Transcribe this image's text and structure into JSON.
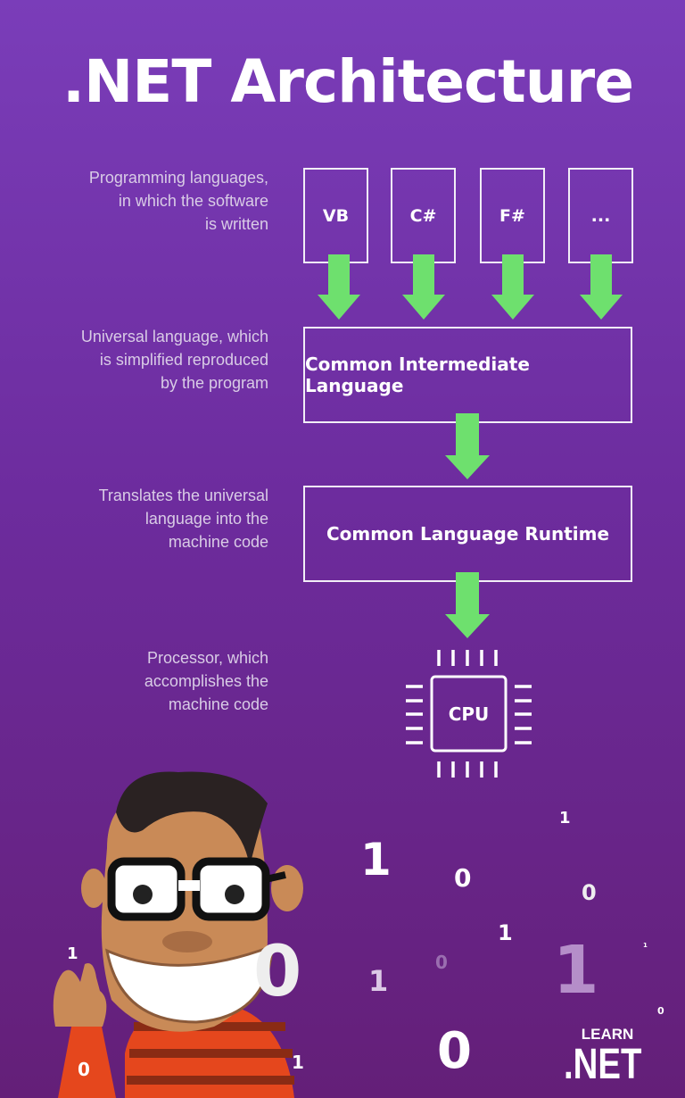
{
  "title": ".NET Architecture",
  "descriptions": [
    [
      "Programming languages,",
      "in which the software",
      "is written"
    ],
    [
      "Universal language, which",
      "is simplified reproduced",
      "by the program"
    ],
    [
      "Translates the universal",
      "language into the",
      "machine code"
    ],
    [
      "Processor, which",
      "accomplishes the",
      "machine code"
    ]
  ],
  "languages": [
    "VB",
    "C#",
    "F#",
    "..."
  ],
  "cil": "Common Intermediate Language",
  "clr": "Common Language Runtime",
  "cpu": "CPU",
  "bits": [
    "1",
    "0",
    "1",
    "0",
    "1",
    "0",
    "1",
    "1",
    "1",
    "0",
    "0",
    "1",
    "0",
    "0",
    "1"
  ],
  "logo": {
    "top": "LEARN",
    "bottom": ".NET"
  },
  "colors": {
    "arrow": "#6ee06e",
    "background_top": "#7a3db9",
    "background_bottom": "#641f78"
  }
}
